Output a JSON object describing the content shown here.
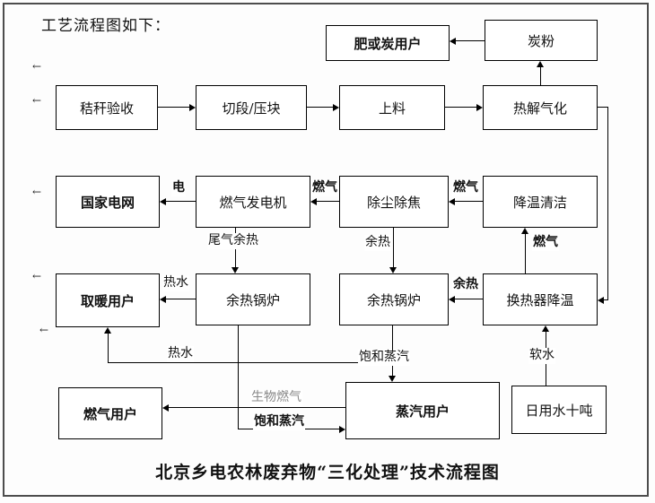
{
  "header": {
    "caption": "工艺流程图如下："
  },
  "footer": {
    "title": "北京乡电农林废弃物“三化处理”技术流程图"
  },
  "nodes": {
    "fertilizer_or_charcoal_user": "肥或炭用户",
    "charcoal_powder": "炭粉",
    "straw_acceptance": "秸秆验收",
    "cutting_briquetting": "切段/压块",
    "feeding": "上料",
    "pyrolysis_gasification": "热解气化",
    "state_grid": "国家电网",
    "gas_generator": "燃气发电机",
    "dust_tar_removal": "除尘除焦",
    "cooling_cleaning": "降温清洁",
    "heating_user": "取暖用户",
    "waste_heat_boiler_left": "余热锅炉",
    "waste_heat_boiler_right": "余热锅炉",
    "heat_exchanger_cooling": "换热器降温",
    "gas_user": "燃气用户",
    "steam_user": "蒸汽用户",
    "daily_water_ten_tons": "日用水十吨"
  },
  "labels": {
    "electricity": "电",
    "gas_to_generator": "燃气",
    "gas_to_dust_removal": "燃气",
    "gas_up_to_cleaning": "燃气",
    "tail_gas_waste_heat": "尾气余热",
    "waste_heat_down": "余热",
    "waste_heat_left": "余热",
    "hot_water_upper": "热水",
    "hot_water_lower": "热水",
    "saturated_steam_mid": "饱和蒸汽",
    "saturated_steam_bottom": "饱和蒸汽",
    "soft_water": "软水",
    "biogas": "生物燃气"
  },
  "decor": {
    "formatting_mark": "←"
  },
  "colors": {
    "line": "#000000",
    "frame_border": "#4d4d4d",
    "biogas_text": "#888888",
    "background": "#ffffff"
  }
}
